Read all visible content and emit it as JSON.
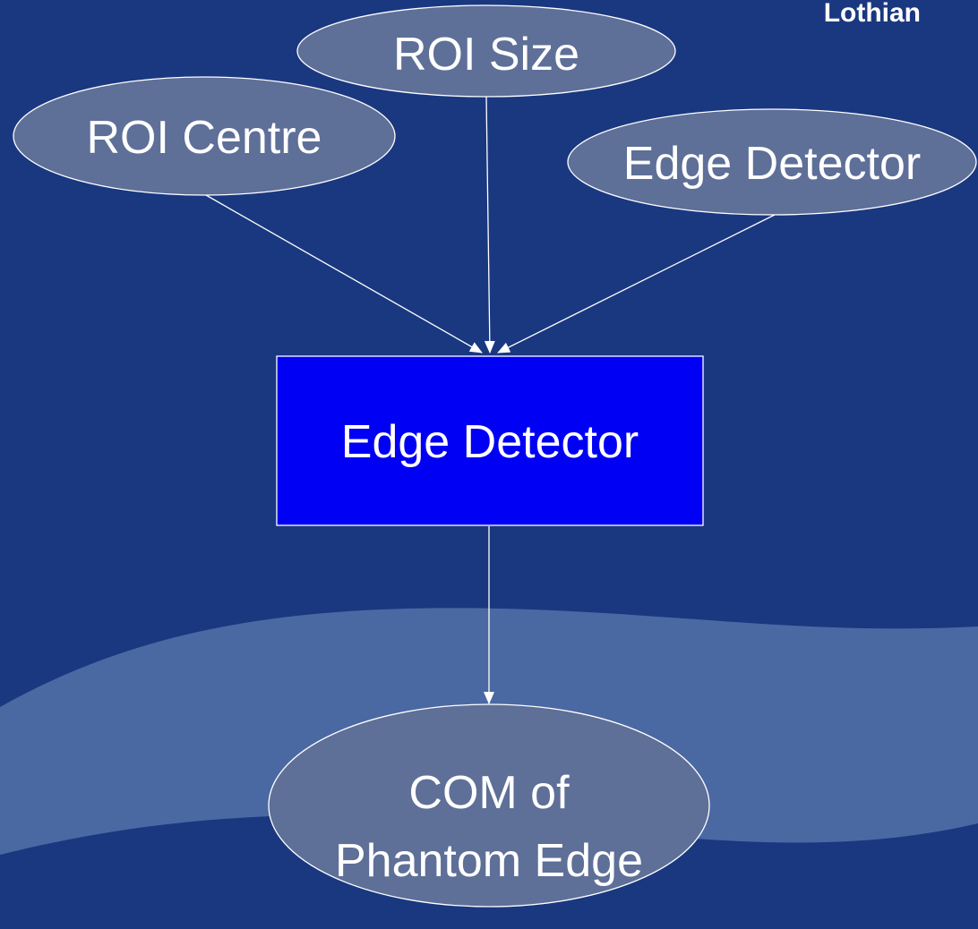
{
  "logo_text": "Lothian",
  "colors": {
    "background": "#1a3880",
    "band": "#4a69a3",
    "ellipse_fill": "#5e6f98",
    "process_fill": "#0000f5",
    "stroke": "#ffffff"
  },
  "nodes": {
    "roi_centre": {
      "label": "ROI Centre"
    },
    "roi_size": {
      "label": "ROI Size"
    },
    "edge_detector_input": {
      "label": "Edge Detector"
    },
    "edge_detector_process": {
      "label": "Edge Detector"
    },
    "com_output": {
      "label_lines": [
        "COM of",
        "Phantom Edge"
      ]
    }
  },
  "edges": [
    {
      "from": "roi_centre",
      "to": "edge_detector_process"
    },
    {
      "from": "roi_size",
      "to": "edge_detector_process"
    },
    {
      "from": "edge_detector_input",
      "to": "edge_detector_process"
    },
    {
      "from": "edge_detector_process",
      "to": "com_output"
    }
  ]
}
